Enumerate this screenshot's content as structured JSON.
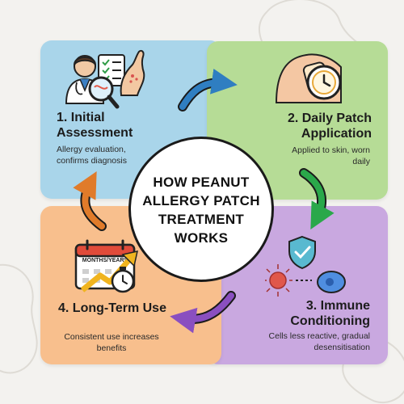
{
  "title": "HOW PEANUT ALLERGY PATCH TREATMENT WORKS",
  "steps": [
    {
      "title": "1. Initial Assessment",
      "description": "Allergy evaluation, confirms diagnosis"
    },
    {
      "title": "2. Daily Patch Application",
      "description": "Applied to skin, worn daily"
    },
    {
      "title": "3. Immune Conditioning",
      "description": "Cells less reactive, gradual desensitisation"
    },
    {
      "title": "4. Long-Term Use",
      "description": "Consistent use increases benefits"
    }
  ],
  "calendar_label": "MONTHS/YEARS",
  "colors": {
    "step1": "#a9d5ea",
    "step2": "#b6dc96",
    "step3": "#c9a8e0",
    "step4": "#f8bf8d",
    "arrow1": "#2f7ec1",
    "arrow2": "#2aa84a",
    "arrow3": "#8a4fc0",
    "arrow4": "#e07b2a"
  },
  "icons": [
    "doctor-icon",
    "checklist-icon",
    "magnifier-icon",
    "arm-icon",
    "skin-patch-icon",
    "clock-icon",
    "shield-check-icon",
    "immune-cell-icon",
    "calendar-icon",
    "growth-arrow-icon",
    "stopwatch-icon"
  ]
}
